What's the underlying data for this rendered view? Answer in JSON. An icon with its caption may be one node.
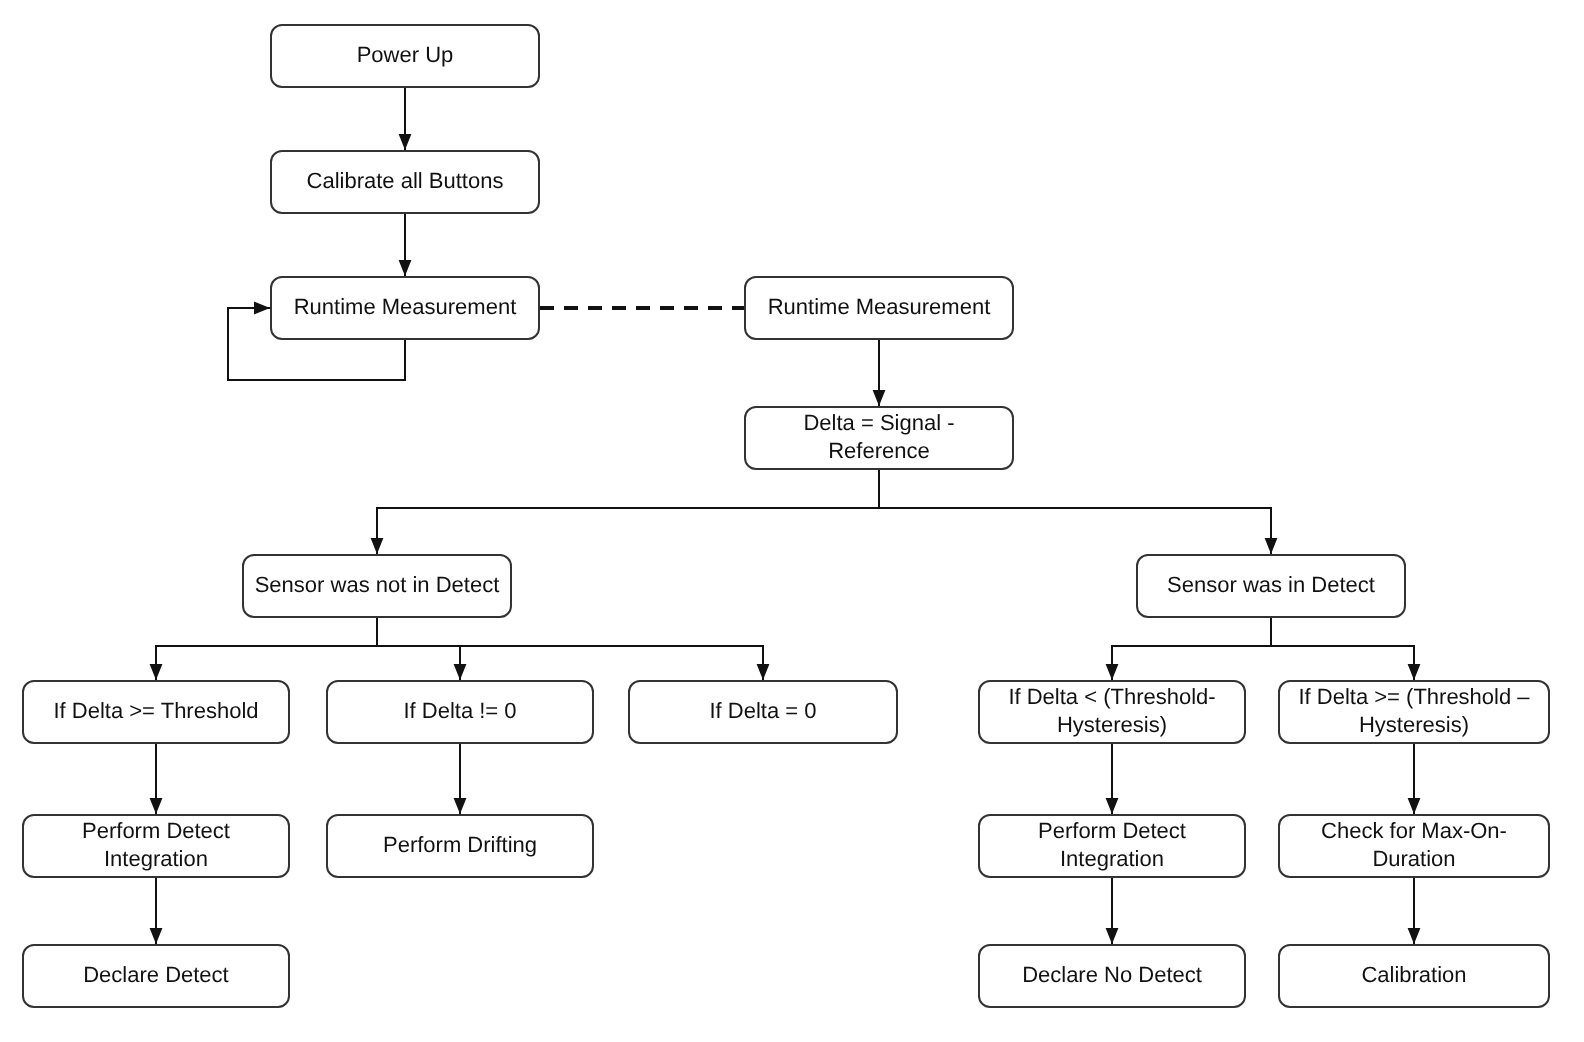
{
  "diagram": {
    "nodes": [
      {
        "text": [
          "Power Up"
        ]
      },
      {
        "text": [
          "Calibrate all Buttons"
        ]
      },
      {
        "text": [
          "Runtime Measurement"
        ]
      },
      {
        "text": [
          "Runtime Measurement"
        ]
      },
      {
        "text": [
          "Delta = Signal - Reference"
        ]
      },
      {
        "text": [
          "Sensor was not in Detect"
        ]
      },
      {
        "text": [
          "Sensor was in Detect"
        ]
      },
      {
        "text": [
          "If Delta >= Threshold"
        ]
      },
      {
        "text": [
          "If Delta != 0"
        ]
      },
      {
        "text": [
          "If Delta = 0"
        ]
      },
      {
        "text": [
          "If Delta < (Threshold-Hysteresis)"
        ]
      },
      {
        "text": [
          "If Delta >= (Threshold – Hysteresis)"
        ]
      },
      {
        "text": [
          "Perform Detect Integration"
        ]
      },
      {
        "text": [
          "Perform Drifting"
        ]
      },
      {
        "text": [
          "Perform Detect Integration"
        ]
      },
      {
        "text": [
          "Check for Max-On-Duration"
        ]
      },
      {
        "text": [
          "Declare Detect"
        ]
      },
      {
        "text": [
          "Declare No Detect"
        ]
      },
      {
        "text": [
          "Calibration"
        ]
      }
    ],
    "edges": [
      {
        "from": 0,
        "to": 1,
        "arrow": "to"
      },
      {
        "from": 1,
        "to": 2,
        "arrow": "to"
      },
      {
        "from": 2,
        "to": 2,
        "arrow": "to"
      },
      {
        "from": 2,
        "to": 3,
        "arrow": "none",
        "style": "dashed"
      },
      {
        "from": 3,
        "to": 4,
        "arrow": "to"
      },
      {
        "from": 4,
        "to": 5,
        "arrow": "to"
      },
      {
        "from": 4,
        "to": 6,
        "arrow": "to"
      },
      {
        "from": 5,
        "to": 7,
        "arrow": "to"
      },
      {
        "from": 5,
        "to": 8,
        "arrow": "to"
      },
      {
        "from": 5,
        "to": 9,
        "arrow": "to"
      },
      {
        "from": 6,
        "to": 10,
        "arrow": "to"
      },
      {
        "from": 6,
        "to": 11,
        "arrow": "to"
      },
      {
        "from": 7,
        "to": 12,
        "arrow": "to"
      },
      {
        "from": 8,
        "to": 13,
        "arrow": "to"
      },
      {
        "from": 10,
        "to": 14,
        "arrow": "to"
      },
      {
        "from": 11,
        "to": 15,
        "arrow": "to"
      },
      {
        "from": 12,
        "to": 16,
        "arrow": "to"
      },
      {
        "from": 14,
        "to": 17,
        "arrow": "to"
      },
      {
        "from": 15,
        "to": 18,
        "arrow": "to"
      }
    ]
  }
}
